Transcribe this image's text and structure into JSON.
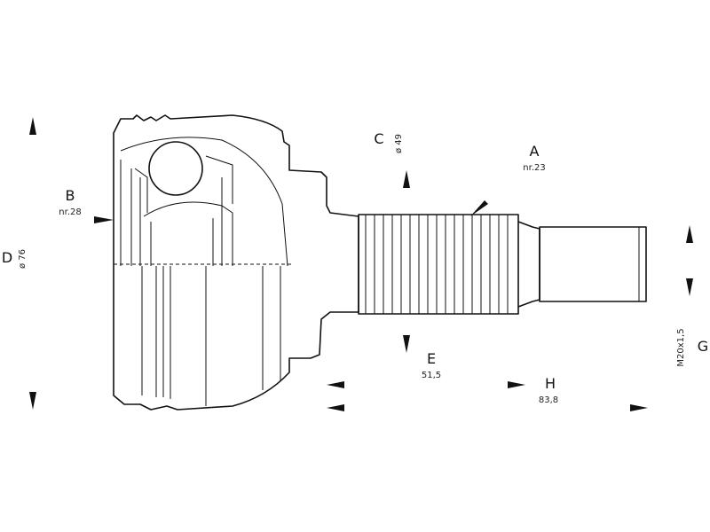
{
  "labels": {
    "A": {
      "letter": "A",
      "value": "nr.23"
    },
    "B": {
      "letter": "B",
      "value": "nr.28"
    },
    "C": {
      "letter": "C",
      "value": "ø 49"
    },
    "D": {
      "letter": "D",
      "value": "ø 76"
    },
    "E": {
      "letter": "E",
      "value": "51,5"
    },
    "G": {
      "letter": "G",
      "value": "M20x1,5"
    },
    "H": {
      "letter": "H",
      "value": "83,8"
    }
  },
  "colors": {
    "stroke": "#111111",
    "background": "#ffffff"
  }
}
